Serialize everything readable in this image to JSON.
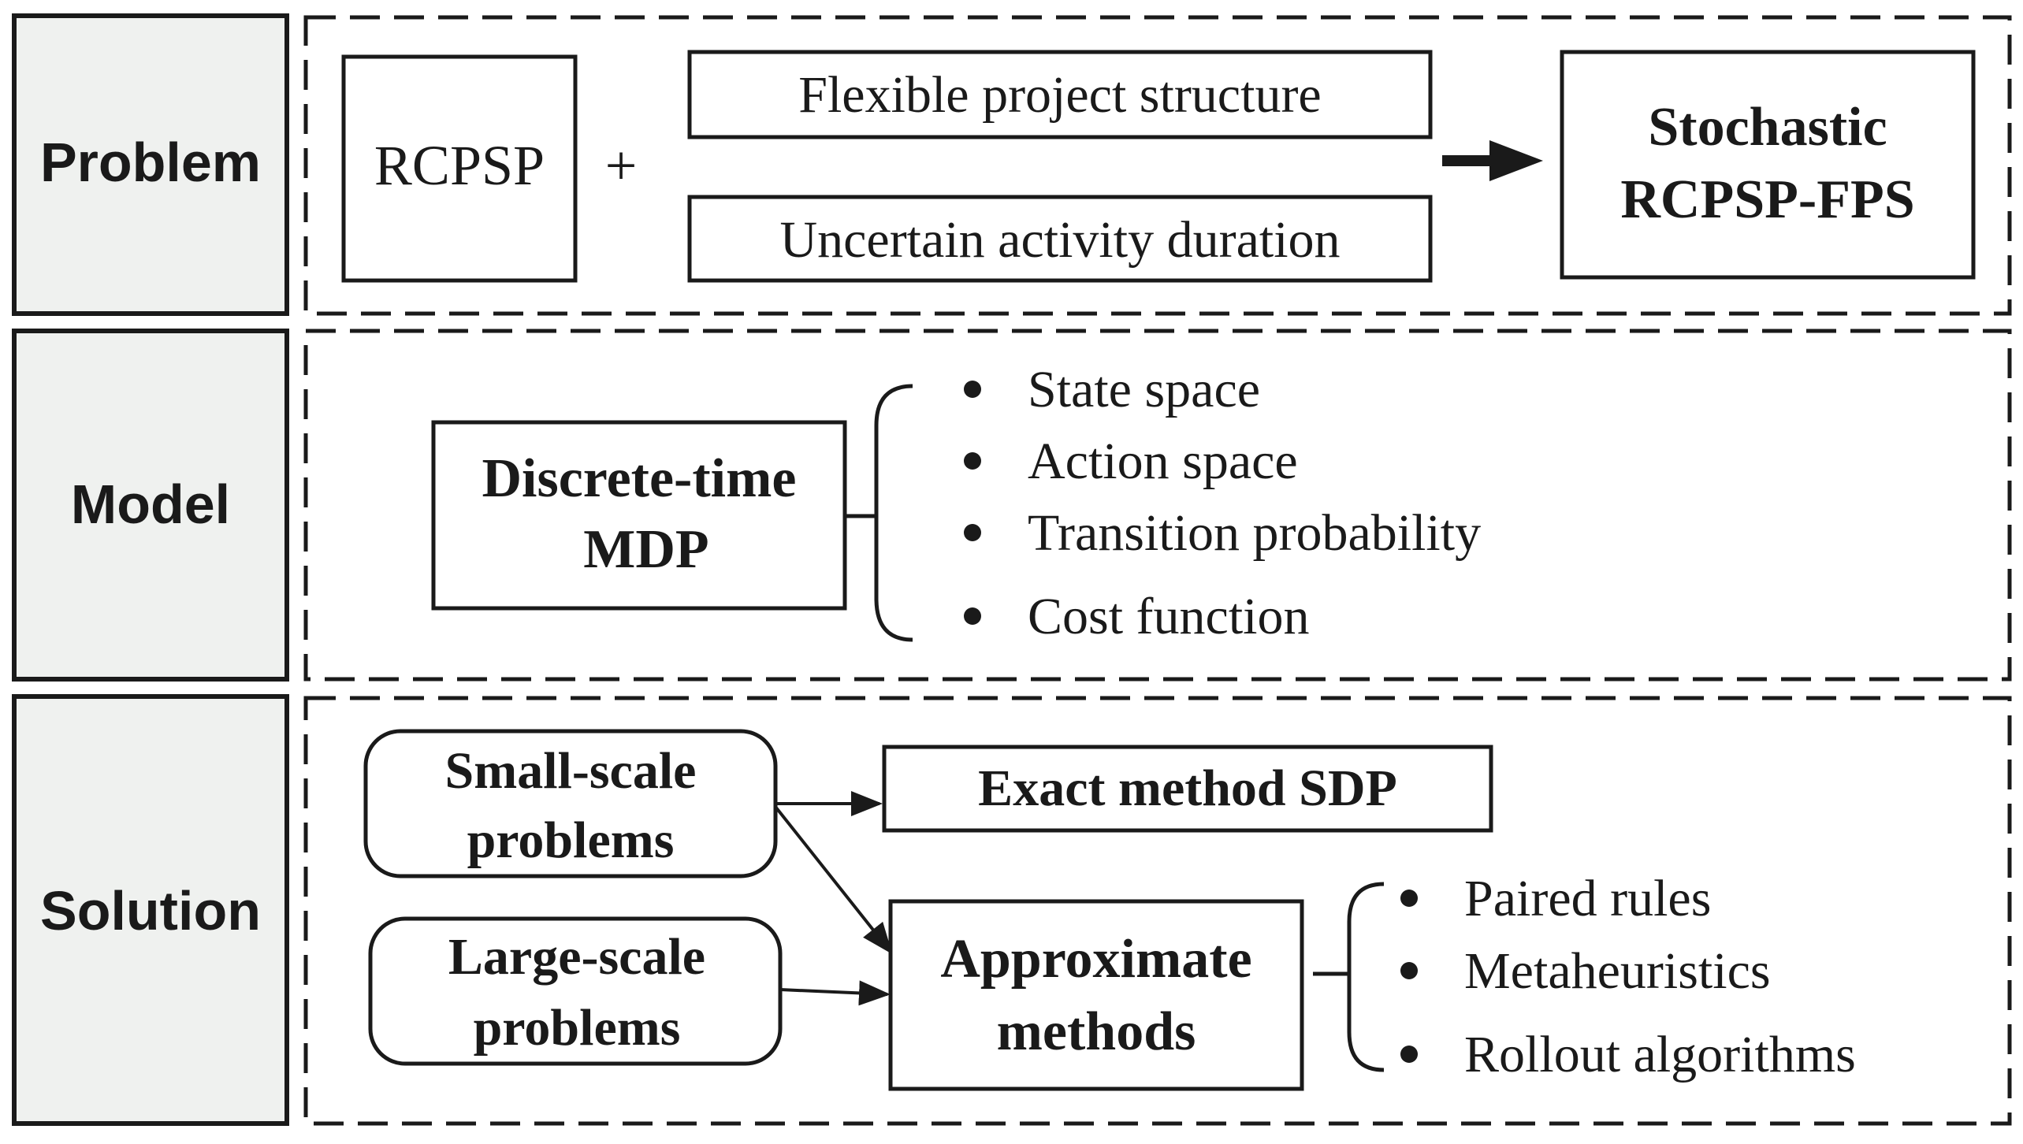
{
  "rows": {
    "problem_label": "Problem",
    "model_label": "Model",
    "solution_label": "Solution"
  },
  "problem": {
    "rcpsp": "RCPSP",
    "plus": "+",
    "flexible": "Flexible project structure",
    "uncertain": "Uncertain activity duration",
    "result_line1": "Stochastic",
    "result_line2": "RCPSP-FPS"
  },
  "model": {
    "box_line1": "Discrete-time",
    "box_line2": "MDP",
    "items": [
      "State space",
      "Action space",
      "Transition probability",
      "Cost function"
    ]
  },
  "solution": {
    "small_line1": "Small-scale",
    "small_line2": "problems",
    "large_line1": "Large-scale",
    "large_line2": "problems",
    "exact": "Exact method SDP",
    "approx_line1": "Approximate",
    "approx_line2": "methods",
    "items": [
      "Paired rules",
      "Metaheuristics",
      "Rollout algorithms"
    ]
  },
  "colors": {
    "stroke": "#1a1a1a",
    "label_fill": "#eff1ef"
  }
}
